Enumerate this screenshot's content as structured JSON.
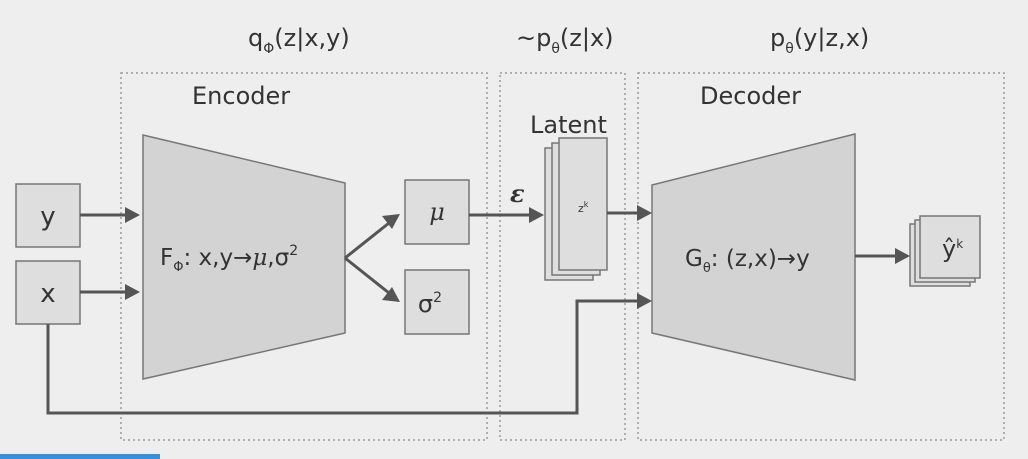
{
  "headings": {
    "q": {
      "base": "q",
      "sub": "Φ",
      "rest": "(z|x,y)"
    },
    "prior": {
      "base": "~p",
      "sub": "θ",
      "rest": "(z|x)"
    },
    "p": {
      "base": "p",
      "sub": "θ",
      "rest": "(y|z,x)"
    }
  },
  "labels": {
    "encoder": "Encoder",
    "latent": "Latent",
    "decoder": "Decoder",
    "y": "y",
    "x": "x",
    "mu": "μ",
    "sigma_base": "σ",
    "sigma_sup": "2",
    "epsilon": "ε",
    "z_base": "z",
    "z_sup": "k",
    "yhat_base": "ŷ",
    "yhat_sup": "k"
  },
  "encoder_fn": {
    "base": "F",
    "sub": "Φ",
    "rest": ": x,y→",
    "mu": "μ",
    "sep": ",σ",
    "sup": "2"
  },
  "decoder_fn": {
    "base": "G",
    "sub": "θ",
    "rest": ": (z,x)→y"
  },
  "colors": {
    "background": "#eeeeee",
    "block_fill": "#d3d3d3",
    "arrow": "#555555",
    "progress": "#3a8fd8"
  }
}
